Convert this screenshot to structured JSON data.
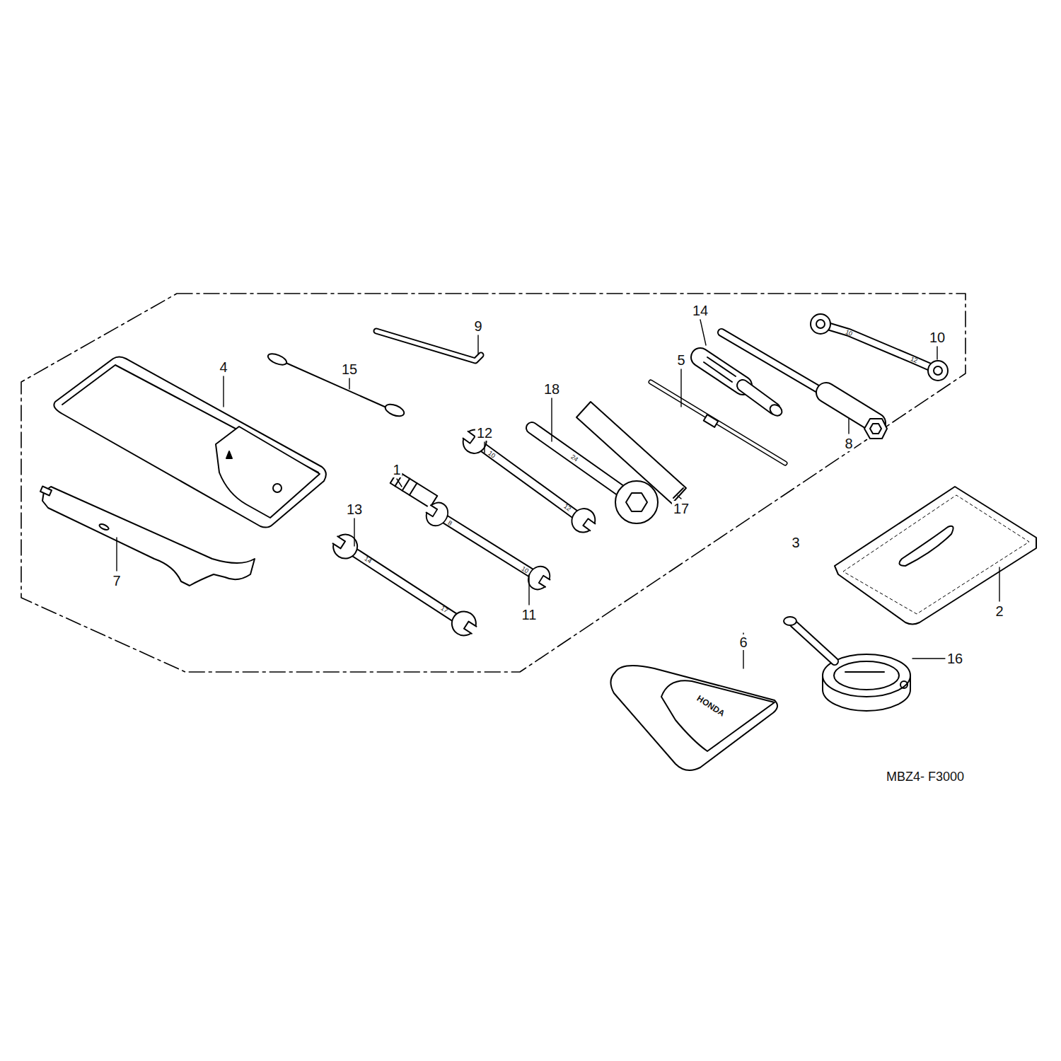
{
  "diagram": {
    "labels": [
      "9",
      "14",
      "10",
      "4",
      "15",
      "18",
      "5",
      "12",
      "8",
      "17",
      "1",
      "13",
      "3",
      "11",
      "7",
      "2",
      "6",
      "16",
      "14",
      "17",
      "8",
      "10",
      "10",
      "12",
      "24",
      "10",
      "12",
      "HONDA",
      "MBZ4- F3000"
    ]
  }
}
